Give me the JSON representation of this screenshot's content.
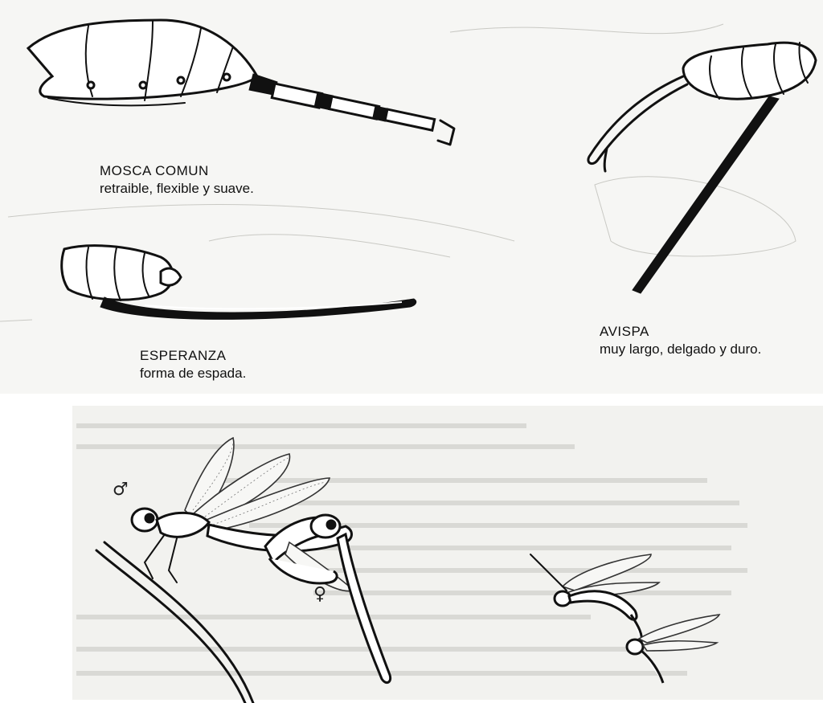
{
  "specimens": [
    {
      "id": "mosca",
      "name": "MOSCA COMUN",
      "description": "retraible, flexible y suave."
    },
    {
      "id": "avispa",
      "name": "AVISPA",
      "description": "muy largo, delgado y duro."
    },
    {
      "id": "esperanza",
      "name": "ESPERANZA",
      "description": "forma de espada."
    }
  ],
  "symbols": {
    "male": "♂",
    "female": "♀"
  }
}
